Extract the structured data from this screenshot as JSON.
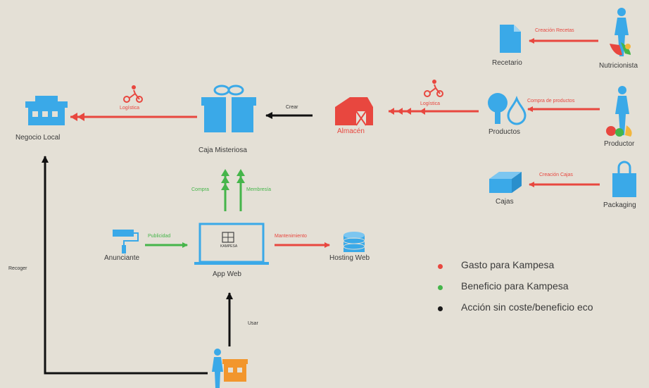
{
  "nodes": {
    "negocio_local": "Negocio Local",
    "caja_misteriosa": "Caja Misteriosa",
    "almacen": "Almacén",
    "productos": "Productos",
    "productor": "Productor",
    "recetario": "Recetario",
    "nutricionista": "Nutricionista",
    "cajas": "Cajas",
    "packaging": "Packaging",
    "anunciante": "Anunciante",
    "app_web": "App Web",
    "hosting_web": "Hosting Web",
    "app_logo_text": "KAMPESA"
  },
  "edges": {
    "logistica_left": "Logística",
    "logistica_right": "Logística",
    "crear": "Crear",
    "compra": "Compra",
    "membresia": "Membresía",
    "publicidad": "Publicidad",
    "mantenimiento": "Mantenimiento",
    "usar": "Usar",
    "recoger": "Recoger",
    "creacion_recetas": "Creación Recetas",
    "compra_productos": "Compra de productos",
    "creacion_cajas": "Creación Cajas"
  },
  "legend": [
    {
      "label": "Gasto para Kampesa",
      "color": "#e8473f"
    },
    {
      "label": "Beneficio para Kampesa",
      "color": "#45b54a"
    },
    {
      "label": "Acción sin coste/beneficio eco",
      "color": "#1a1a1a"
    }
  ],
  "colors": {
    "expense": "#e8473f",
    "benefit": "#45b54a",
    "neutral": "#111111",
    "icon_blue": "#3aa9e8"
  }
}
